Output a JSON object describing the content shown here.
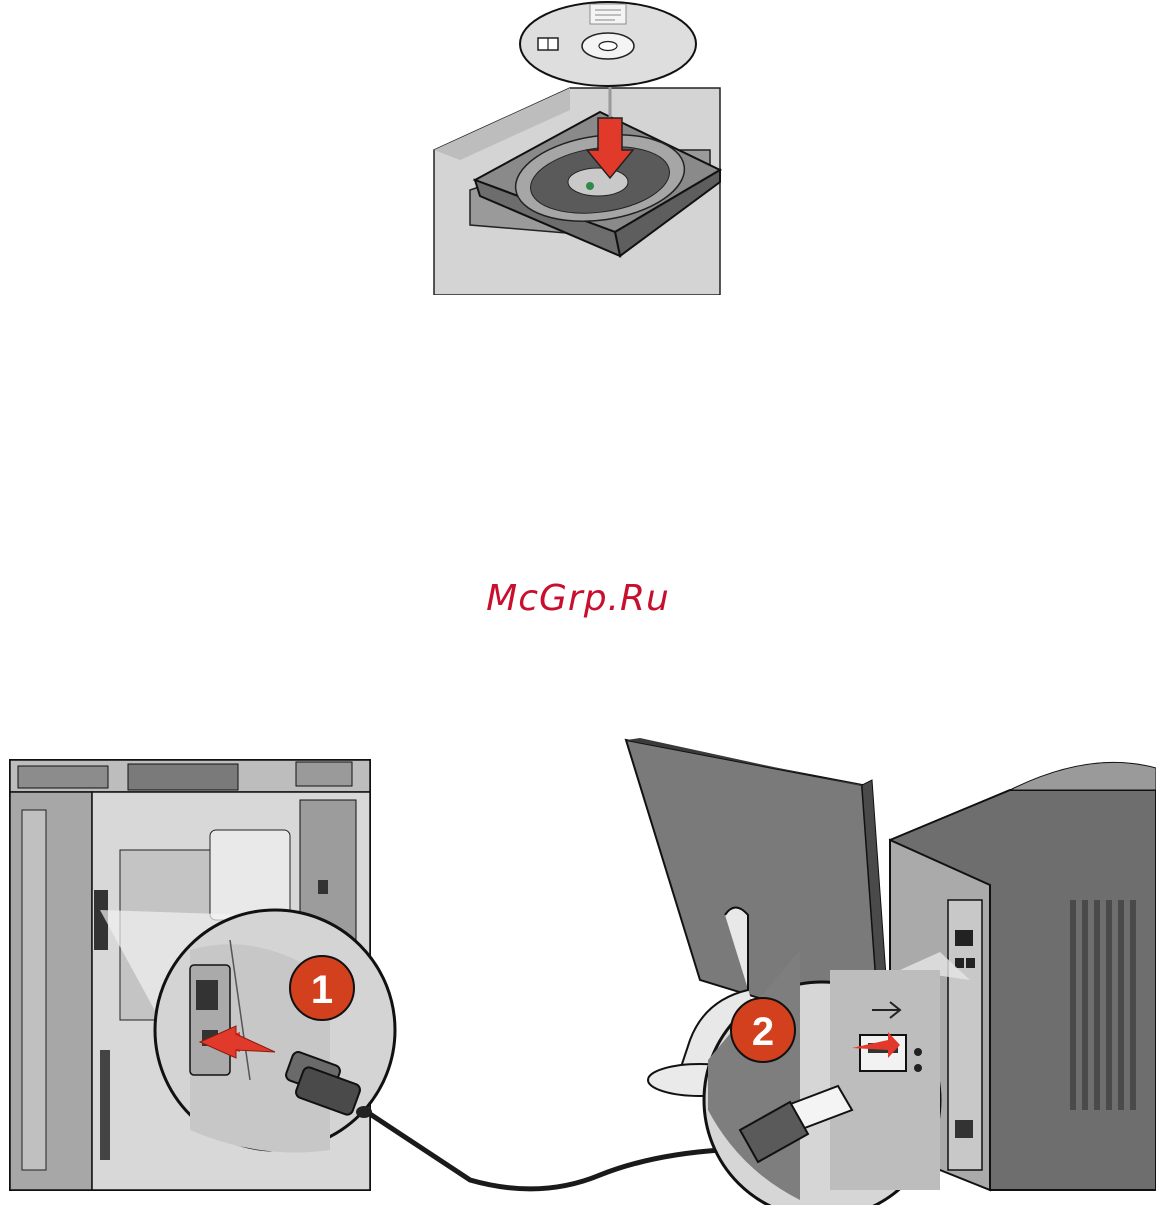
{
  "watermark": {
    "text": "McGrp.Ru",
    "color": "#c8102e"
  },
  "steps": [
    {
      "number": "1",
      "connector": "printer-usb-port"
    },
    {
      "number": "2",
      "connector": "computer-usb-port"
    }
  ],
  "colors": {
    "callout_red": "#d2401e",
    "arrow_red": "#e23a2a",
    "line": "#1a1a1a"
  }
}
